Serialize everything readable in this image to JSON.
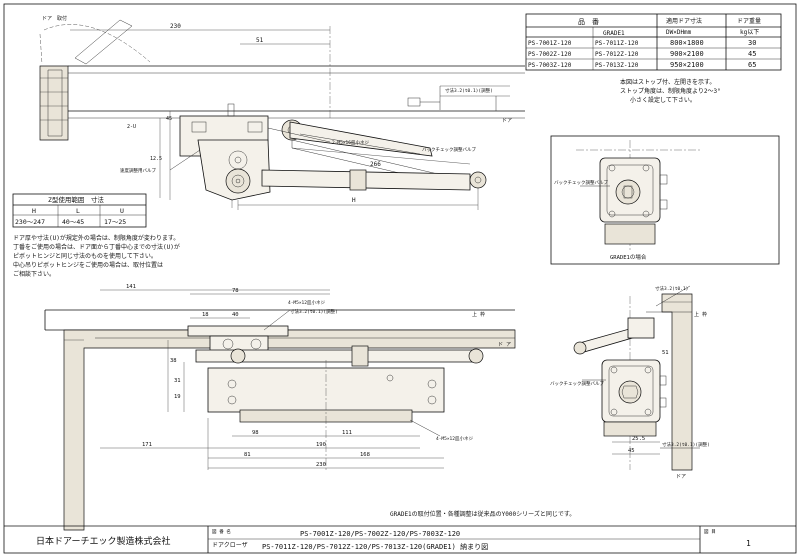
{
  "spec_table": {
    "col_model": "品　番",
    "col_model_sub": "GRADE1",
    "col_size": "適用ドア寸法",
    "col_size_sub": "DW×DHmm",
    "col_weight": "ドア重量",
    "col_weight_sub": "kg以下",
    "rows": [
      {
        "model": "PS-7001Z-120",
        "grade": "PS-7011Z-120",
        "size": "800×1800",
        "weight": "30"
      },
      {
        "model": "PS-7002Z-120",
        "grade": "PS-7012Z-120",
        "size": "900×2100",
        "weight": "45"
      },
      {
        "model": "PS-7003Z-120",
        "grade": "PS-7013Z-120",
        "size": "950×2100",
        "weight": "65"
      }
    ]
  },
  "notes_right": [
    "本図はストップ付、左開きを示す。",
    "ストップ角度は、制限角度より2～3°",
    "小さく設定して下さい。"
  ],
  "z_table": {
    "title": "Z型使用範囲　寸法",
    "headers": [
      "H",
      "L",
      "U"
    ],
    "values": [
      "230～247",
      "40～45",
      "17～25"
    ]
  },
  "notes_left": [
    "ドア厚や寸法(U)が規定外の場合は、制限角度が変わります。",
    "丁番をご使用の場合は、ドア面から丁番中心までの寸法(U)が",
    "ピボットヒンジと同じ寸法のものを使用して下さい。",
    "中心吊りピボットヒンジをご使用の場合は、取付位置は",
    "ご相談下さい。"
  ],
  "top_view": {
    "label_door_top": "ドア　取付",
    "dims": [
      "230",
      "51",
      "2-M5×16皿小ネジ",
      "バックチェック調整バルブ",
      "速度調整用バルブ",
      "266",
      "H",
      "ドア",
      "45",
      "12.5",
      "2-U",
      "寸法3.2(t0.1)(調整)"
    ]
  },
  "grade_view": {
    "label_bc": "バックチェック調整バルブ",
    "caption": "GRADE1の場合"
  },
  "front_view": {
    "dims": [
      "141",
      "78",
      "4-M5×12皿小ネジ",
      "寸法3.2(t0.1)(調整)",
      "18",
      "40",
      "上 枠",
      "ド ア",
      "38",
      "31",
      "19",
      "4-M5×12皿小ネジ",
      "171",
      "98",
      "111",
      "190",
      "81",
      "168",
      "230"
    ]
  },
  "side_view": {
    "labels": [
      "寸法3.2(t0.1)",
      "上 枠",
      "51",
      "バックチェック調整バルブ",
      "25.5",
      "寸法3.2(t0.1)(調整)",
      "45",
      "ドア"
    ]
  },
  "footnote": "GRADE1の取付位置・各種調整は従来品のY000シリーズと同じです。",
  "title_block": {
    "company": "日本ドアーチエック製造株式会社",
    "label_name": "図 番 名",
    "product_type": "ドアクローザ",
    "line1": "PS-7001Z-120/PS-7002Z-120/PS-7003Z-120",
    "line2": "PS-7011Z-120/PS-7012Z-120/PS-7013Z-120(GRADE1) 納まり図",
    "label_page": "図 目",
    "page": "1"
  }
}
